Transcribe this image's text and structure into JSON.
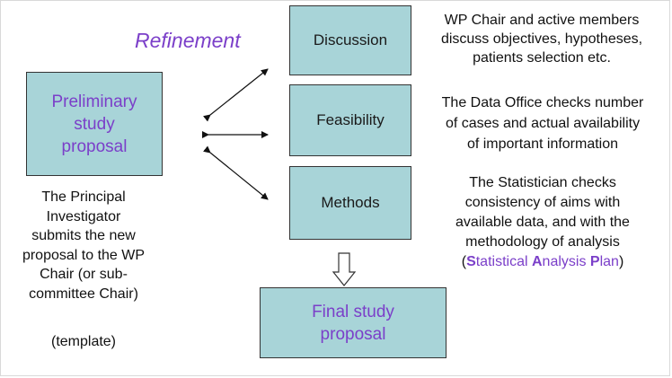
{
  "title": "Refinement",
  "boxes": {
    "preliminary": "Preliminary study proposal",
    "discussion": "Discussion",
    "feasibility": "Feasibility",
    "methods": "Methods",
    "final": "Final study proposal"
  },
  "descriptions": {
    "discussion": [
      "WP Chair and active members",
      "discuss objectives, hypotheses,",
      "patients selection etc."
    ],
    "feasibility": [
      "The  Data Office checks number",
      "of cases and actual availability",
      "of important information"
    ],
    "methods": [
      "The Statistician checks",
      "consistency of aims with",
      "available data, and with the",
      "methodology of analysis"
    ],
    "methods_plan": {
      "open": "(",
      "parts": [
        {
          "cap": "S",
          "rest": "tatistical "
        },
        {
          "cap": "A",
          "rest": "nalysis "
        },
        {
          "cap": "P",
          "rest": "lan"
        }
      ],
      "close": ")"
    }
  },
  "pi_note": [
    "The Principal",
    "Investigator",
    "submits the new",
    "proposal to the WP",
    "Chair (or sub-",
    "committee Chair)"
  ],
  "template_note": "(template)",
  "colors": {
    "box_fill": "#a8d4d8",
    "accent_purple": "#7b3fc9"
  }
}
